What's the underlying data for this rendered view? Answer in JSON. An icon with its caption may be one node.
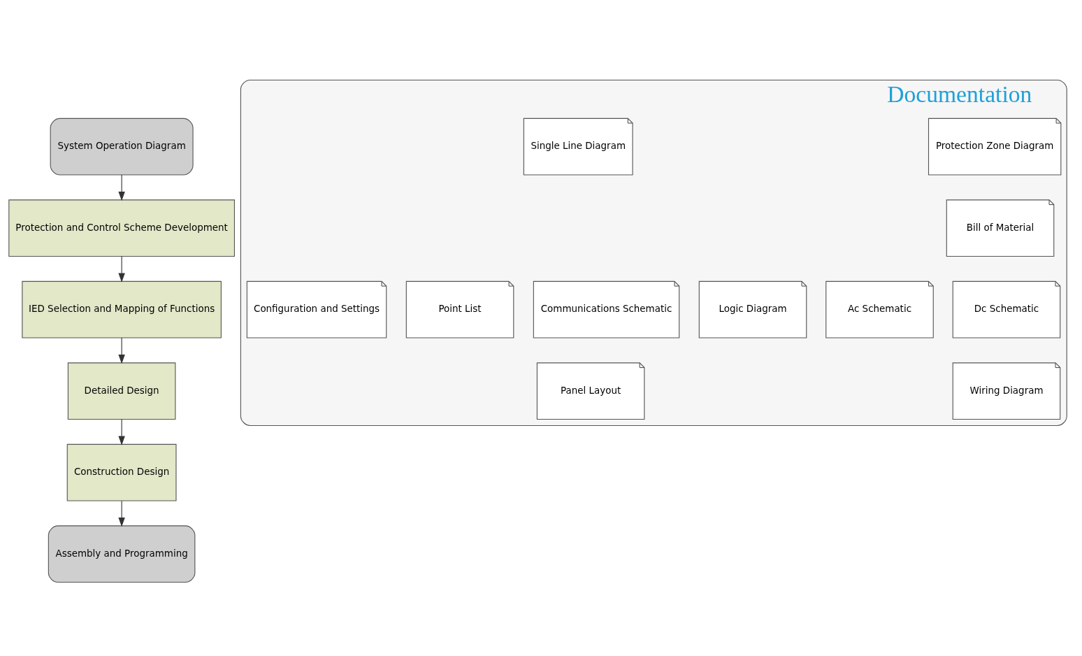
{
  "diagram": {
    "nodes": [
      {
        "text": [
          "System Operation Diagram"
        ]
      },
      {
        "text": [
          "Protection and Control Scheme Development"
        ]
      },
      {
        "text": [
          "IED Selection and Mapping of Functions"
        ]
      },
      {
        "text": [
          "Detailed Design"
        ]
      },
      {
        "text": [
          "Construction Design"
        ]
      },
      {
        "text": [
          "Assembly and Programming"
        ]
      },
      {
        "text": [
          "Documentation"
        ]
      },
      {
        "text": [
          "Protection Zone Diagram"
        ],
        "in": 6
      },
      {
        "text": [
          "Single Line Diagram"
        ],
        "in": 6
      },
      {
        "text": [
          "Bill of Material"
        ],
        "in": 6
      },
      {
        "text": [
          "Dc Schematic"
        ],
        "in": 6
      },
      {
        "text": [
          "Ac Schematic"
        ],
        "in": 6
      },
      {
        "text": [
          "Logic Diagram"
        ],
        "in": 6
      },
      {
        "text": [
          "Communications Schematic"
        ],
        "in": 6
      },
      {
        "text": [
          "Point List"
        ],
        "in": 6
      },
      {
        "text": [
          "Configuration and Settings"
        ],
        "in": 6
      },
      {
        "text": [
          "Wiring Diagram"
        ],
        "in": 6
      },
      {
        "text": [
          "Panel Layout"
        ],
        "in": 6
      }
    ],
    "edges": [
      {
        "from": 0,
        "to": 1,
        "arrow": "to"
      },
      {
        "from": 1,
        "to": 2,
        "arrow": "to"
      },
      {
        "from": 2,
        "to": 3,
        "arrow": "to"
      },
      {
        "from": 3,
        "to": 4,
        "arrow": "to"
      },
      {
        "from": 4,
        "to": 5,
        "arrow": "to"
      }
    ]
  }
}
